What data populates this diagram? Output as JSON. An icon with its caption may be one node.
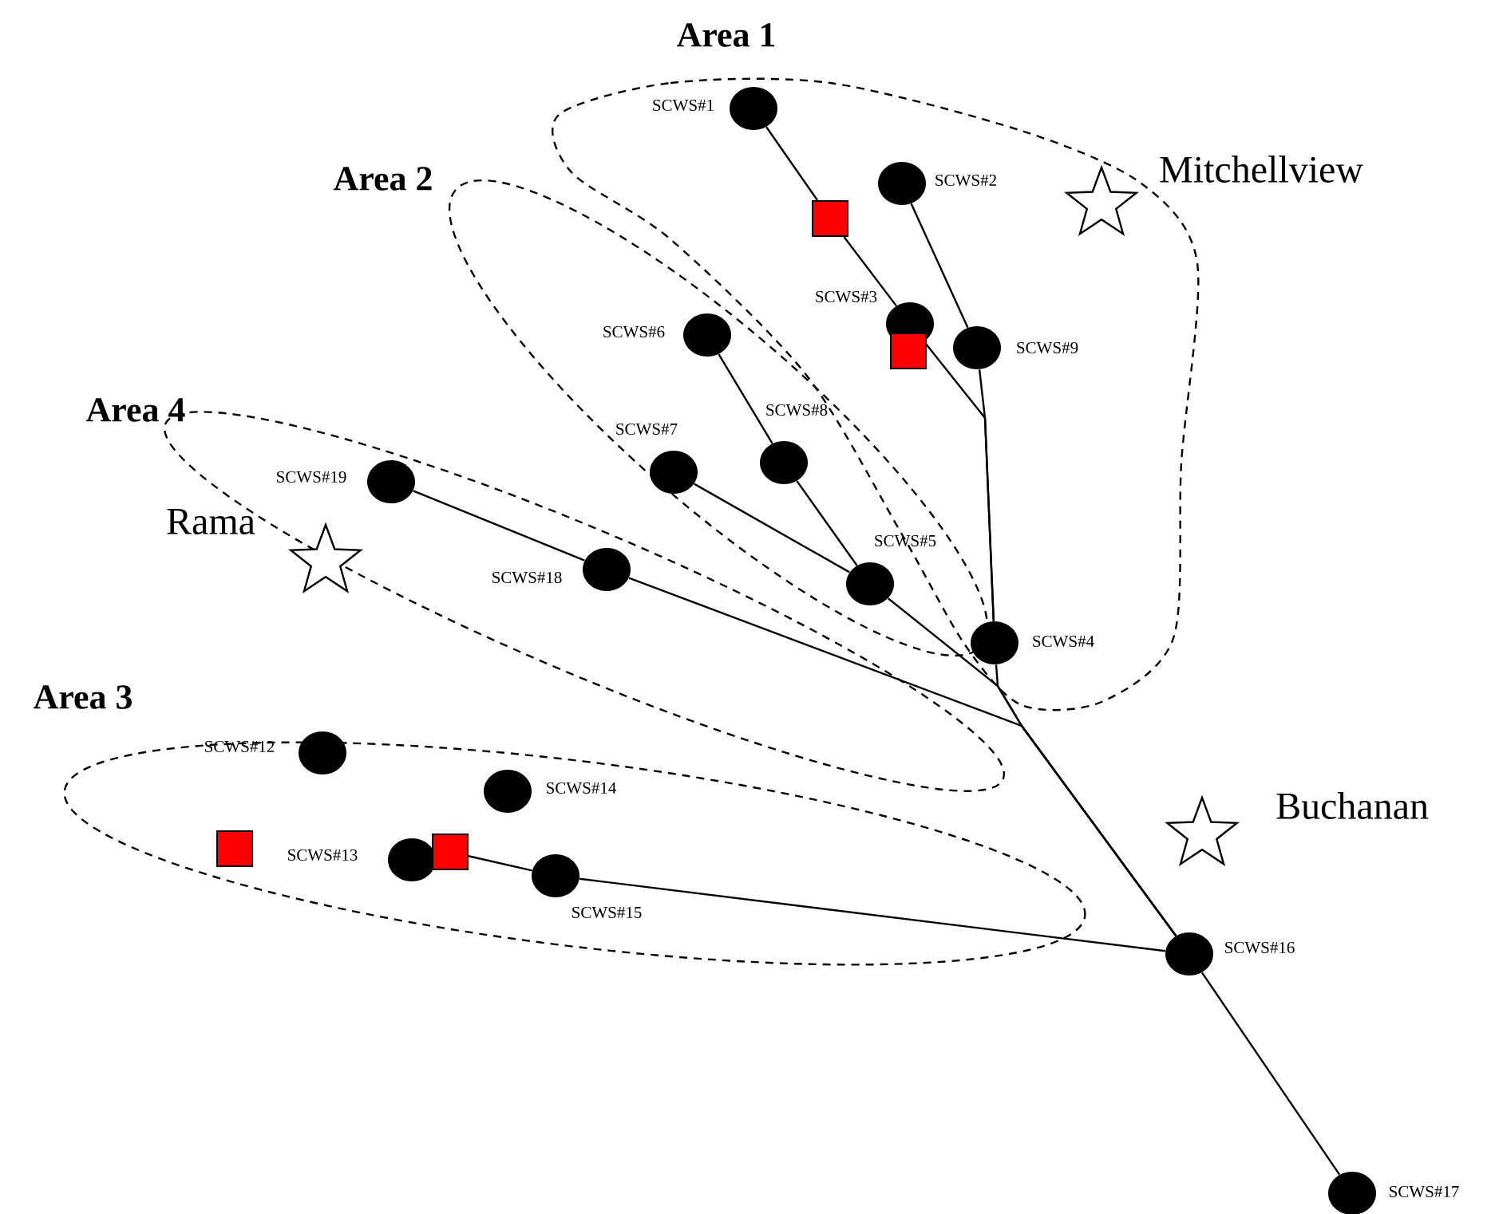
{
  "diagram": {
    "nodes": [
      {
        "text": [
          "Area 1"
        ]
      },
      {
        "text": [
          "Area 2"
        ]
      },
      {
        "text": [
          "Area 4"
        ]
      },
      {
        "text": [
          "Area 3"
        ]
      },
      {
        "text": [],
        "shape": "circle",
        "beside": [
          "SCWS#1"
        ],
        "in": 0
      },
      {
        "text": [],
        "shape": "circle",
        "beside": [
          "SCWS#2"
        ],
        "in": 0
      },
      {
        "text": [],
        "shape": "box",
        "in": 0
      },
      {
        "text": [],
        "shape": "star",
        "beside": [
          "Mitchellview"
        ],
        "in": 0
      },
      {
        "text": [],
        "shape": "circle",
        "beside": [
          "SCWS#3"
        ],
        "in": 0
      },
      {
        "text": [],
        "shape": "circle",
        "beside": [
          "SCWS#6"
        ],
        "in": 1
      },
      {
        "text": [],
        "shape": "circle",
        "beside": [
          "SCWS#9"
        ],
        "in": 0
      },
      {
        "text": [],
        "shape": "box",
        "in": 0
      },
      {
        "text": [],
        "shape": "circle",
        "beside": [
          "SCWS#8"
        ],
        "in": 1
      },
      {
        "text": [],
        "shape": "circle",
        "beside": [
          "SCWS#7"
        ],
        "in": 1
      },
      {
        "text": [],
        "shape": "circle",
        "beside": [
          "SCWS#19"
        ],
        "in": 2
      },
      {
        "text": [],
        "shape": "circle",
        "beside": [
          "SCWS#18"
        ],
        "in": 2
      },
      {
        "text": [],
        "shape": "star",
        "beside": [
          "Rama"
        ]
      },
      {
        "text": [],
        "shape": "circle",
        "beside": [
          "SCWS#5"
        ],
        "in": 1
      },
      {
        "text": [],
        "shape": "circle",
        "beside": [
          "SCWS#4"
        ],
        "in": 0
      },
      {
        "text": [],
        "shape": "circle",
        "beside": [
          "SCWS#12"
        ],
        "in": 3
      },
      {
        "text": [],
        "shape": "circle",
        "beside": [
          "SCWS#14"
        ],
        "in": 3
      },
      {
        "text": [],
        "shape": "circle",
        "beside": [
          "SCWS#13"
        ],
        "in": 3
      },
      {
        "text": [],
        "shape": "box",
        "in": 3
      },
      {
        "text": [],
        "shape": "box",
        "in": 3
      },
      {
        "text": [],
        "shape": "circle",
        "beside": [
          "SCWS#15"
        ],
        "in": 3
      },
      {
        "text": [],
        "shape": "star",
        "beside": [
          "Buchanan"
        ]
      },
      {
        "text": [],
        "shape": "circle",
        "beside": [
          "SCWS#16"
        ]
      },
      {
        "text": [],
        "shape": "circle",
        "beside": [
          "SCWS#17"
        ]
      }
    ],
    "edges": [
      {
        "from": 4,
        "to": 6,
        "arrow": "none"
      },
      {
        "from": 6,
        "to": 8,
        "arrow": "none"
      },
      {
        "from": 5,
        "to": 10,
        "arrow": "none"
      },
      {
        "from": 8,
        "to": 18,
        "arrow": "none"
      },
      {
        "from": 10,
        "to": 18,
        "arrow": "none"
      },
      {
        "from": 9,
        "to": 12,
        "arrow": "none"
      },
      {
        "from": 12,
        "to": 17,
        "arrow": "none"
      },
      {
        "from": 13,
        "to": 17,
        "arrow": "none"
      },
      {
        "from": 14,
        "to": 15,
        "arrow": "none"
      },
      {
        "from": 18,
        "to": 26,
        "arrow": "none"
      },
      {
        "from": 17,
        "to": 26,
        "arrow": "none"
      },
      {
        "from": 15,
        "to": 26,
        "arrow": "none"
      },
      {
        "from": 23,
        "to": 24,
        "arrow": "none"
      },
      {
        "from": 24,
        "to": 26,
        "arrow": "none"
      },
      {
        "from": 26,
        "to": 27,
        "arrow": "none"
      }
    ]
  }
}
